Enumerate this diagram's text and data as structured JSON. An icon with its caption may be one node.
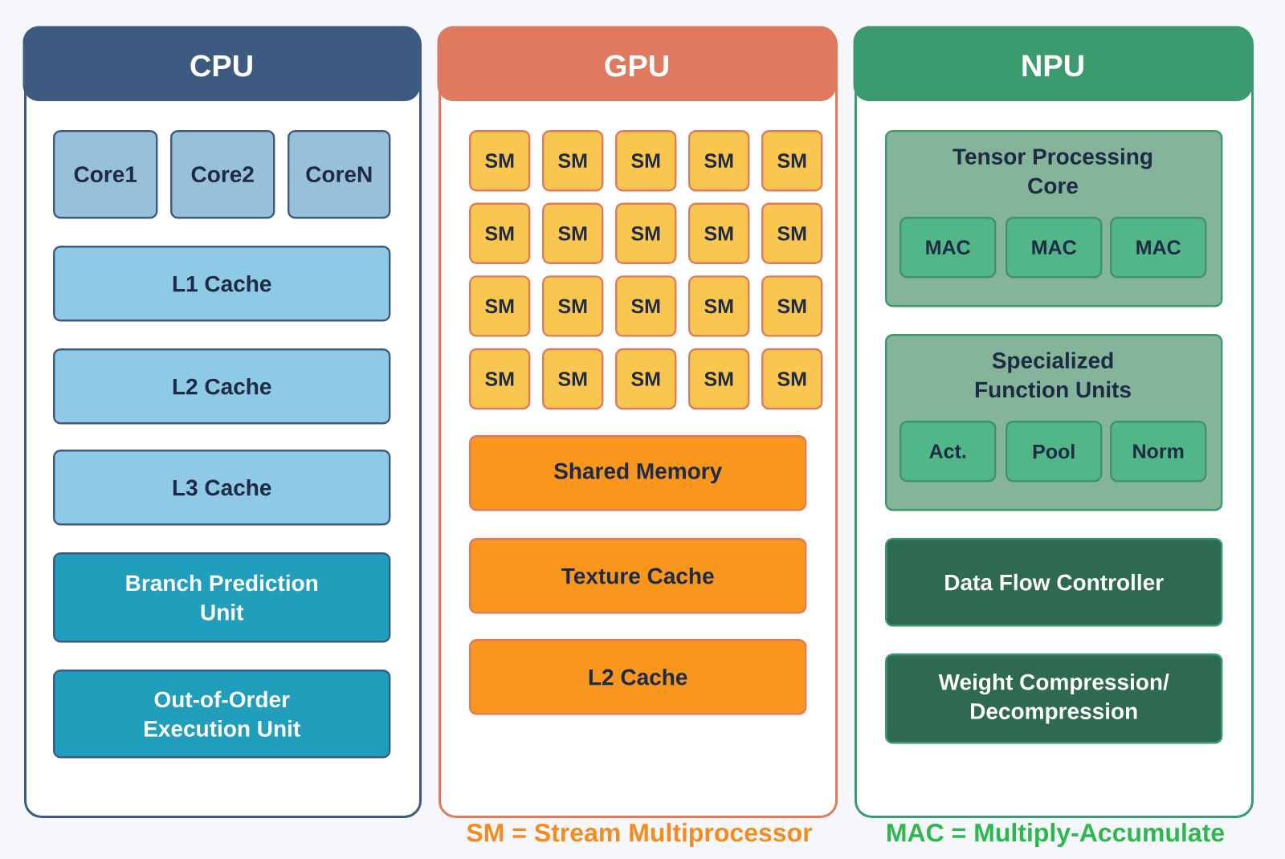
{
  "diagram": {
    "nodes": [
      {
        "text": [
          "CPU"
        ]
      },
      {
        "text": [
          "Core1"
        ],
        "in": 0
      },
      {
        "text": [
          "Core2"
        ],
        "in": 0
      },
      {
        "text": [
          "CoreN"
        ],
        "in": 0
      },
      {
        "text": [
          "L1 Cache"
        ],
        "in": 0
      },
      {
        "text": [
          "L2 Cache"
        ],
        "in": 0
      },
      {
        "text": [
          "L3 Cache"
        ],
        "in": 0
      },
      {
        "text": [
          "Branch Prediction Unit"
        ],
        "in": 0
      },
      {
        "text": [
          "Out-of-Order Execution Unit"
        ],
        "in": 0
      },
      {
        "text": [
          "GPU"
        ]
      },
      {
        "text": [
          "SM"
        ],
        "in": 9
      },
      {
        "text": [
          "SM"
        ],
        "in": 9
      },
      {
        "text": [
          "SM"
        ],
        "in": 9
      },
      {
        "text": [
          "SM"
        ],
        "in": 9
      },
      {
        "text": [
          "SM"
        ],
        "in": 9
      },
      {
        "text": [
          "SM"
        ],
        "in": 9
      },
      {
        "text": [
          "SM"
        ],
        "in": 9
      },
      {
        "text": [
          "SM"
        ],
        "in": 9
      },
      {
        "text": [
          "SM"
        ],
        "in": 9
      },
      {
        "text": [
          "SM"
        ],
        "in": 9
      },
      {
        "text": [
          "SM"
        ],
        "in": 9
      },
      {
        "text": [
          "SM"
        ],
        "in": 9
      },
      {
        "text": [
          "SM"
        ],
        "in": 9
      },
      {
        "text": [
          "SM"
        ],
        "in": 9
      },
      {
        "text": [
          "SM"
        ],
        "in": 9
      },
      {
        "text": [
          "SM"
        ],
        "in": 9
      },
      {
        "text": [
          "SM"
        ],
        "in": 9
      },
      {
        "text": [
          "SM"
        ],
        "in": 9
      },
      {
        "text": [
          "SM"
        ],
        "in": 9
      },
      {
        "text": [
          "SM"
        ],
        "in": 9
      },
      {
        "text": [
          "Shared Memory"
        ],
        "in": 9
      },
      {
        "text": [
          "Texture Cache"
        ],
        "in": 9
      },
      {
        "text": [
          "L2 Cache"
        ],
        "in": 9
      },
      {
        "text": [
          "NPU"
        ]
      },
      {
        "text": [
          "Tensor Processing Core"
        ],
        "in": 33
      },
      {
        "text": [
          "MAC"
        ],
        "in": 34
      },
      {
        "text": [
          "MAC"
        ],
        "in": 34
      },
      {
        "text": [
          "MAC"
        ],
        "in": 34
      },
      {
        "text": [
          "Specialized Function Units"
        ],
        "in": 33
      },
      {
        "text": [
          "Act."
        ],
        "in": 38
      },
      {
        "text": [
          "Pool"
        ],
        "in": 38
      },
      {
        "text": [
          "Norm"
        ],
        "in": 38
      },
      {
        "text": [
          "Data Flow Controller"
        ],
        "in": 33
      },
      {
        "text": [
          "Weight Compression/ Decompression"
        ],
        "in": 33
      }
    ],
    "labels": [
      "SM = Stream Multiprocessor",
      "MAC = Multiply-Accumulate"
    ]
  }
}
